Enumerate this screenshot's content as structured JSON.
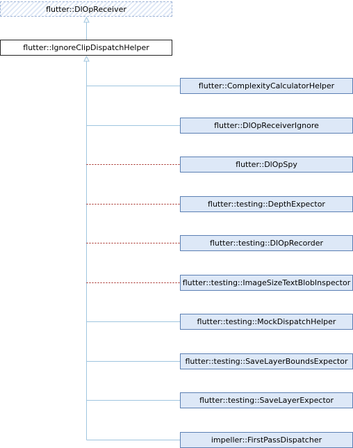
{
  "base_class": {
    "label": "flutter::DlOpReceiver"
  },
  "main_class": {
    "label": "flutter::IgnoreClipDispatchHelper"
  },
  "children": [
    {
      "label": "flutter::ComplexityCalculatorHelper",
      "relation": "public"
    },
    {
      "label": "flutter::DlOpReceiverIgnore",
      "relation": "public"
    },
    {
      "label": "flutter::DlOpSpy",
      "relation": "private"
    },
    {
      "label": "flutter::testing::DepthExpector",
      "relation": "private"
    },
    {
      "label": "flutter::testing::DlOpRecorder",
      "relation": "private"
    },
    {
      "label": "flutter::testing::ImageSizeTextBlobInspector",
      "relation": "private"
    },
    {
      "label": "flutter::testing::MockDispatchHelper",
      "relation": "public"
    },
    {
      "label": "flutter::testing::SaveLayerBoundsExpector",
      "relation": "public"
    },
    {
      "label": "flutter::testing::SaveLayerExpector",
      "relation": "public"
    },
    {
      "label": "impeller::FirstPassDispatcher",
      "relation": "public"
    }
  ],
  "colors": {
    "public_edge": "#9fc5df",
    "private_edge": "#a0201a",
    "child_fill": "#dde8f7",
    "child_border": "#5b7fb3"
  }
}
